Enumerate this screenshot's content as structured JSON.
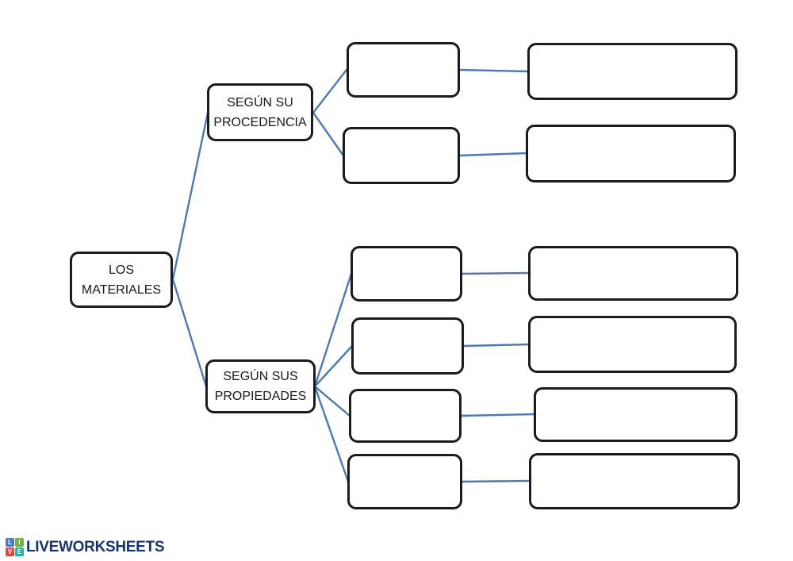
{
  "colors": {
    "connector": "#4d79b2",
    "box_border": "#1b1b1b",
    "text": "#1a1a1a",
    "brand_text": "#16336e",
    "logo_blue": "#4a7ebb",
    "logo_green": "#6fb33f",
    "logo_red": "#e8453c",
    "logo_teal": "#2ab0a5"
  },
  "diagram": {
    "root": {
      "label": "LOS\nMATERIALES"
    },
    "branch_origin": {
      "label": "SEGÚN SU\nPROCEDENCIA"
    },
    "branch_properties": {
      "label": "SEGÚN SUS\nPROPIEDADES"
    }
  },
  "footer": {
    "brand": "LIVEWORKSHEETS",
    "logo_letters": [
      "L",
      "I",
      "V",
      "E"
    ]
  }
}
